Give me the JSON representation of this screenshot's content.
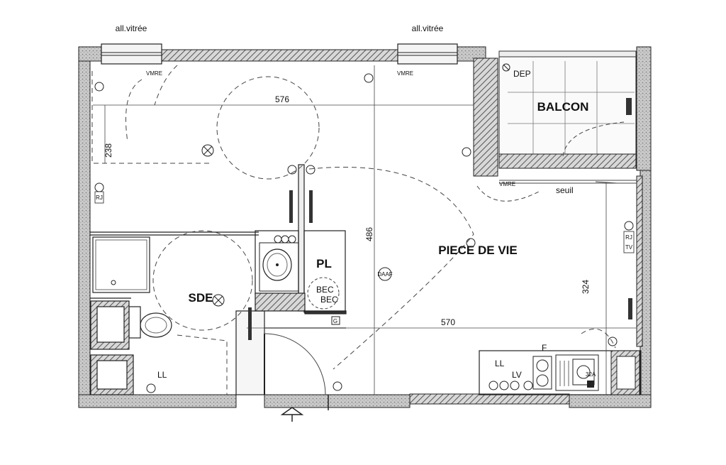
{
  "windows": {
    "left": "all.vitrée",
    "right": "all.vitrée"
  },
  "rooms": {
    "balcon": "BALCON",
    "piece_de_vie": "PIECE DE VIE",
    "sde": "SDE",
    "pl": "PL"
  },
  "dimensions": {
    "top_width": "576",
    "left_depth": "238",
    "center_height": "486",
    "right_height": "324",
    "lower_width": "570"
  },
  "equipment": {
    "dep": "DEP",
    "bec1": "BEC",
    "bec2": "BEC",
    "ll_bath": "LL",
    "ll_kitchen": "LL",
    "lv": "LV",
    "f": "F",
    "seuil": "seuil",
    "rj_left": "RJ",
    "rj_right": "RJ",
    "tv": "TV",
    "daaf": "DAAF",
    "g": "G",
    "plaque": "32A",
    "vmre1": "VMRE",
    "vmre2": "VMRE",
    "vmre3": "VMRE"
  }
}
